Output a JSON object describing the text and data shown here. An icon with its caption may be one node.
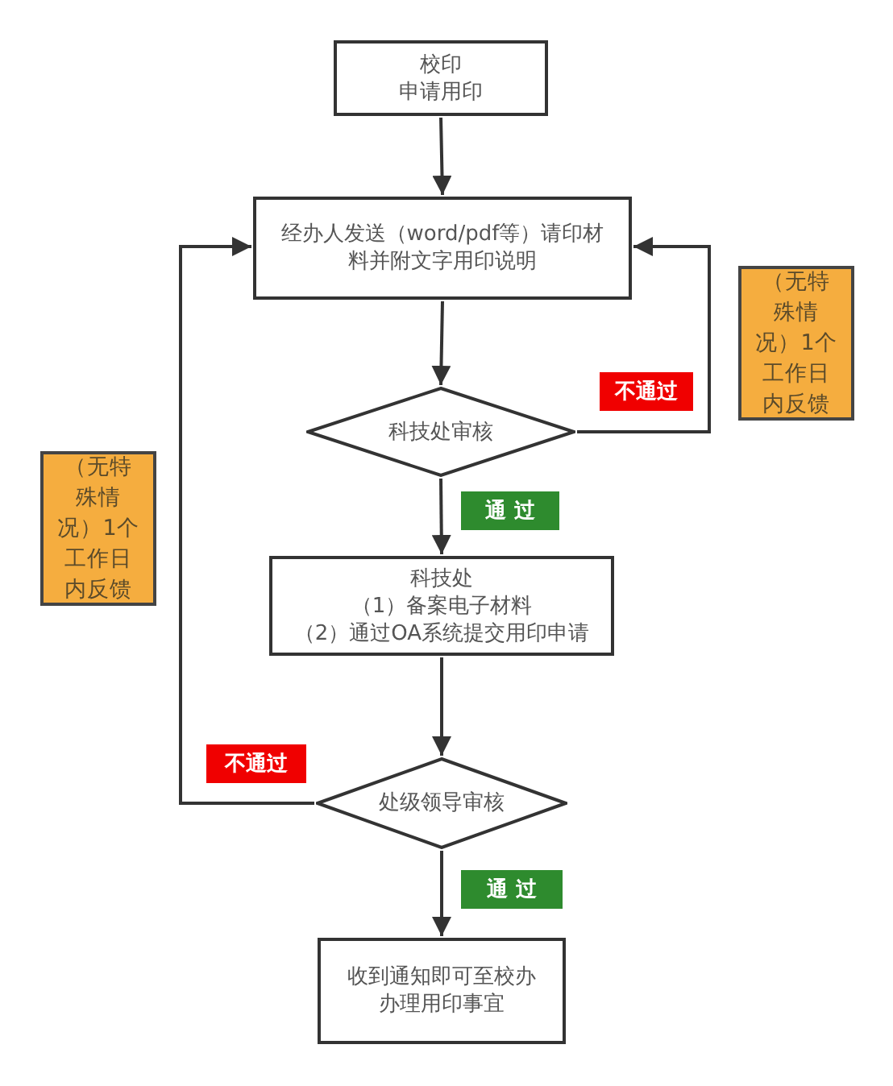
{
  "diagram": {
    "nodes": [
      {
        "text": [
          "校印",
          "申请用印"
        ]
      },
      {
        "text": [
          "经办人发送（word/pdf等）请印材料并附文字用印说明"
        ]
      },
      {
        "text": [
          "科技处审核"
        ]
      },
      {
        "text": [
          "科技处",
          "（1）备案电子材料",
          "（2）通过OA系统提交用印申请"
        ]
      },
      {
        "text": [
          "处级领导审核"
        ]
      },
      {
        "text": [
          "收到通知即可至校办办理用印事宜"
        ]
      },
      {
        "text": [
          "（无特殊情况）1个工作日内反馈"
        ]
      },
      {
        "text": [
          "（无特殊情况）1个工作日内反馈"
        ]
      }
    ],
    "edges": [
      {
        "from": 0,
        "to": 1,
        "arrow": "to"
      },
      {
        "from": 1,
        "to": 2,
        "arrow": "to"
      },
      {
        "from": 2,
        "to": 3,
        "arrow": "to",
        "label": "通 过"
      },
      {
        "from": 2,
        "to": 1,
        "arrow": "to",
        "label": "不通过"
      },
      {
        "from": 3,
        "to": 4,
        "arrow": "to"
      },
      {
        "from": 4,
        "to": 1,
        "arrow": "to",
        "label": "不通过"
      },
      {
        "from": 4,
        "to": 5,
        "arrow": "to",
        "label": "通 过"
      }
    ]
  }
}
